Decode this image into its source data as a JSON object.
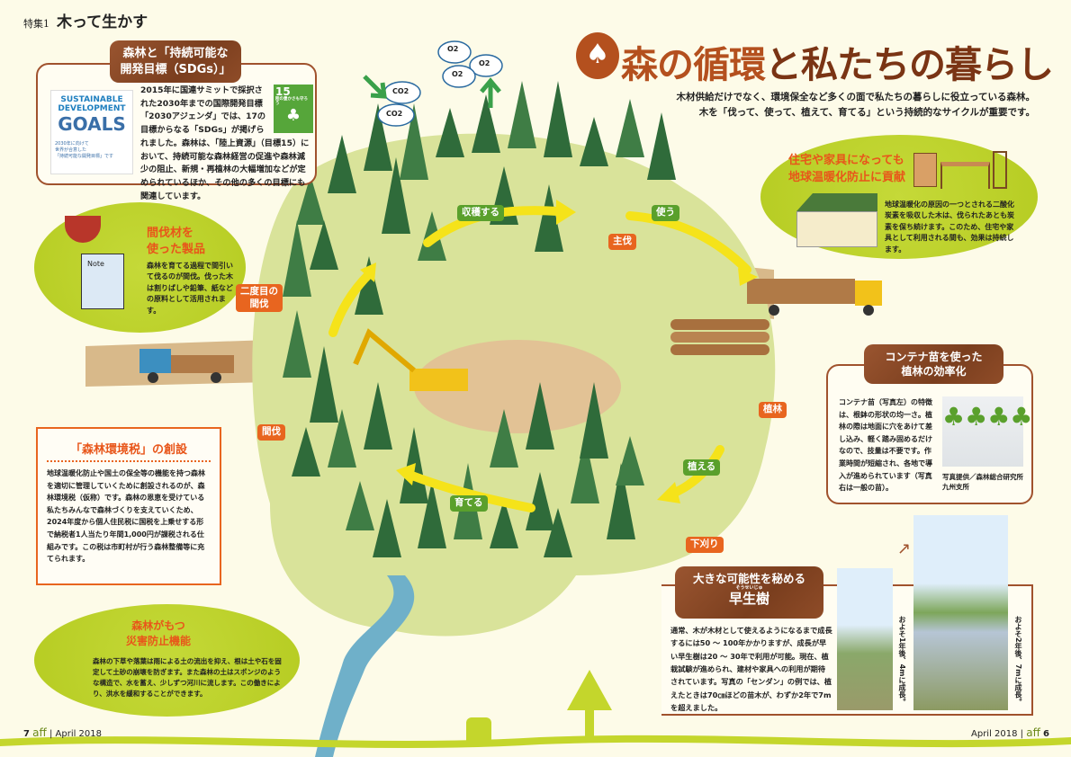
{
  "header": {
    "kicker": "特集1",
    "title": "木って生かす"
  },
  "main_title": {
    "part1": "森の循環",
    "part2": "と私たちの暮らし"
  },
  "subtitle": [
    "木材供給だけでなく、環境保全など多くの面で私たちの暮らしに役立っている森林。",
    "木を「伐って、使って、植えて、育てる」という持続的なサイクルが重要です。"
  ],
  "sdgs": {
    "title": [
      "森林と「持続可能な",
      "開発目標（SDGs）」"
    ],
    "logo": [
      "SUSTAINABLE",
      "DEVELOPMENT",
      "GOALS"
    ],
    "logo_caption": [
      "2030年に向けて",
      "世界が合意した",
      "「持続可能な開発目標」です"
    ],
    "goal_number": "15",
    "goal_label": "陸の豊かさも守ろう",
    "text": "2015年に国連サミットで採択された2030年までの国際開発目標「2030アジェンダ」では、17の目標からなる「SDGs」が掲げられました。森林は、「陸上資源」（目標15）において、持続可能な森林経営の促進や森林減少の阻止、新規・再植林の大幅増加などが定められているほか、その他の多くの目標にも関連しています。"
  },
  "gas": {
    "o2": "O2",
    "co2": "CO2"
  },
  "thinning_products": {
    "title": [
      "間伐材を",
      "使った製品"
    ],
    "note_label": "Note",
    "text": "森林を育てる過程で間引いて伐るのが間伐。伐った木は割りばしや鉛筆、紙などの原料として活用されます。"
  },
  "housing": {
    "title": [
      "住宅や家具になっても",
      "地球温暖化防止に貢献"
    ],
    "text": "地球温暖化の原因の一つとされる二酸化炭素を吸収した木は、伐られたあとも炭素を保ち続けます。このため、住宅や家具として利用される間も、効果は持続します。"
  },
  "cycle_labels": {
    "harvest": "収穫する",
    "use": "使う",
    "final_cut": "主伐",
    "second_thinning": [
      "二度目の",
      "間伐"
    ],
    "thinning": "間伐",
    "planting": "植林",
    "plant": "植える",
    "grow": "育てる",
    "weeding": "下刈り"
  },
  "tax": {
    "title": "「森林環境税」の創設",
    "text": "地球温暖化防止や国土の保全等の機能を持つ森林を適切に管理していくために創設されるのが、森林環境税（仮称）です。森林の恩恵を受けている私たちみんなで森林づくりを支えていくため、2024年度から個人住民税に国税を上乗せする形で納税者1人当たり年間1,000円が課税される仕組みです。この税は市町村が行う森林整備等に充てられます。"
  },
  "disaster": {
    "title": [
      "森林がもつ",
      "災害防止機能"
    ],
    "text": "森林の下草や落葉は雨による土の流出を抑え、根は土や石を固定して土砂の崩壊を防ぎます。また森林の土はスポンジのような構造で、水を蓄え、少しずつ河川に流します。この働きにより、洪水を緩和することができます。"
  },
  "container": {
    "title": [
      "コンテナ苗を使った",
      "植林の効率化"
    ],
    "text": "コンテナ苗（写真左）の特徴は、根鉢の形状の均一さ。植林の際は地面に穴をあけて差し込み、軽く踏み固めるだけなので、技量は不要です。作業時間が短縮され、各地で導入が進められています（写真右は一般の苗）。",
    "credit": "写真提供／森林総合研究所九州支所"
  },
  "fast_tree": {
    "title": [
      "大きな可能性を秘める",
      "早生樹"
    ],
    "ruby": "そうせいじゅ",
    "text": "通常、木が木材として使えるようになるまで成長するには50 ～ 100年かかりますが、成長が早い早生樹は20 ～ 30年で利用が可能。現在、植栽試験が進められ、建材や家具への利用が期待されています。写真の「センダン」の例では、植えたときは70㎝ほどの苗木が、わずか2年で7mを超えました。",
    "caption1": "およそ1年後、4mに成長。",
    "caption2": "およそ2年後、7mに成長。"
  },
  "footer": {
    "left_page": "7",
    "right_page": "6",
    "magazine": "aff",
    "issue": "April 2018"
  },
  "colors": {
    "brown": "#7a3e1e",
    "orange": "#e8561a",
    "lime": "#bcd22c",
    "forest": "#2f6b3a"
  }
}
